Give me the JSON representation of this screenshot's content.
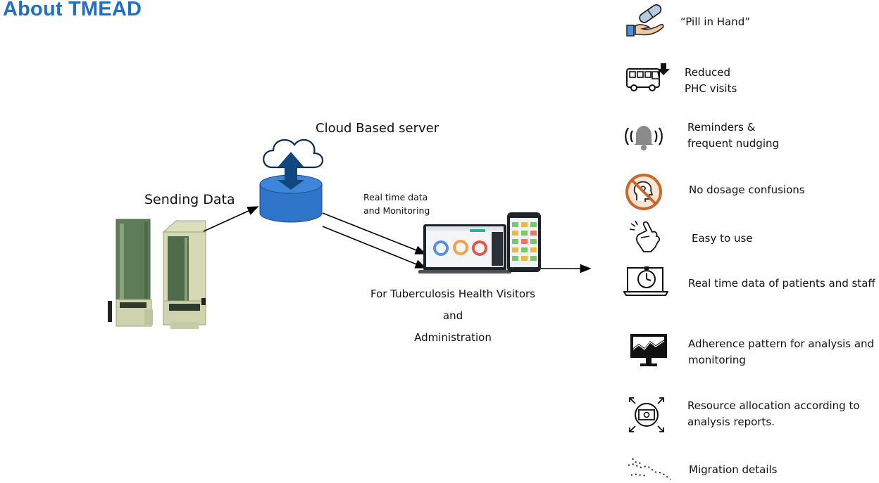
{
  "title": "About TMEAD",
  "diagram": {
    "sending_label": "Sending Data",
    "cloud_label": "Cloud Based server",
    "realtime_label_line1": "Real time data",
    "realtime_label_line2": "and Monitoring",
    "for_label_line1": "For Tuberculosis Health Visitors and",
    "for_label_line2": "Administration"
  },
  "features": [
    {
      "icon": "pill-in-hand-icon",
      "line1": "“Pill in Hand”",
      "line2": ""
    },
    {
      "icon": "bus-down-icon",
      "line1": "Reduced",
      "line2": "PHC visits"
    },
    {
      "icon": "ringing-bell-icon",
      "line1": "Reminders &",
      "line2": "frequent nudging"
    },
    {
      "icon": "no-confusion-icon",
      "line1": "No dosage confusions",
      "line2": ""
    },
    {
      "icon": "finger-snap-icon",
      "line1": "Easy to use",
      "line2": ""
    },
    {
      "icon": "laptop-stopwatch-icon",
      "line1": "Real time data of patients and staff",
      "line2": ""
    },
    {
      "icon": "monitor-chart-icon",
      "line1": "Adherence pattern for analysis and",
      "line2": "monitoring"
    },
    {
      "icon": "resource-allocation-icon",
      "line1": "Resource allocation according to",
      "line2": "analysis reports."
    },
    {
      "icon": "migration-path-icon",
      "line1": "Migration details",
      "line2": ""
    }
  ],
  "colors": {
    "title": "#1f6fc5",
    "cylinder": "#2f75c9",
    "arrow": "#12467e",
    "orange_ring": "#c8692c",
    "device_green": "#5d7a55",
    "device_beige": "#cfd3b0"
  }
}
